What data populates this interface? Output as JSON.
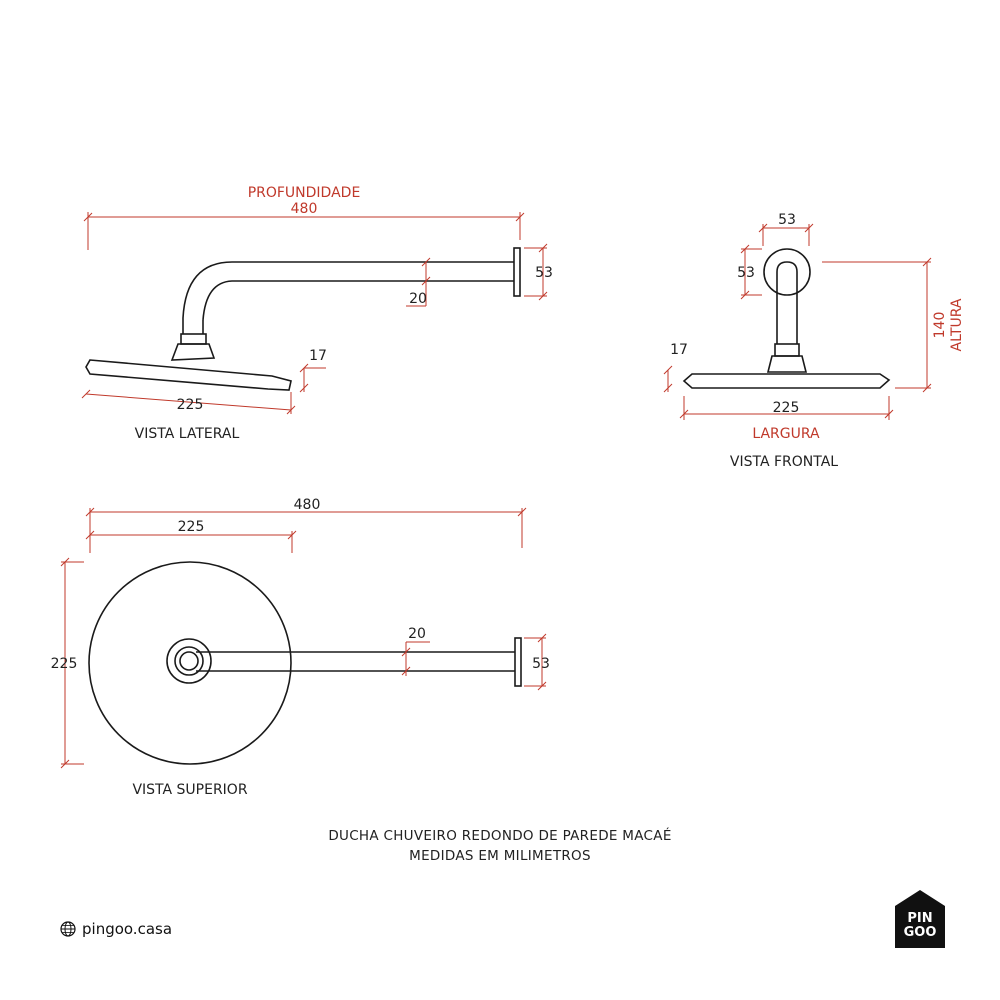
{
  "colors": {
    "dimension": "#c0392b",
    "line": "#1a1a1a",
    "text": "#222222"
  },
  "side_view": {
    "title": "VISTA LATERAL",
    "depth_label": "PROFUNDIDADE",
    "depth_value": "480",
    "flange_height": "53",
    "pipe_diameter": "20",
    "head_thickness": "17",
    "head_width": "225"
  },
  "front_view": {
    "title": "VISTA FRONTAL",
    "flange_width": "53",
    "flange_height": "53",
    "head_thickness": "17",
    "head_width": "225",
    "width_label": "LARGURA",
    "height_value": "140",
    "height_label": "ALTURA"
  },
  "top_view": {
    "title": "VISTA SUPERIOR",
    "total_length": "480",
    "head_diameter": "225",
    "head_height": "225",
    "pipe_diameter": "20",
    "flange_height": "53"
  },
  "caption": {
    "line1": "DUCHA CHUVEIRO REDONDO DE PAREDE MACAÉ",
    "line2": "MEDIDAS EM MILIMETROS"
  },
  "footer": {
    "website": "pingoo.casa",
    "website_icon": "globe-icon",
    "logo_line1": "PIN",
    "logo_line2": "GOO"
  }
}
